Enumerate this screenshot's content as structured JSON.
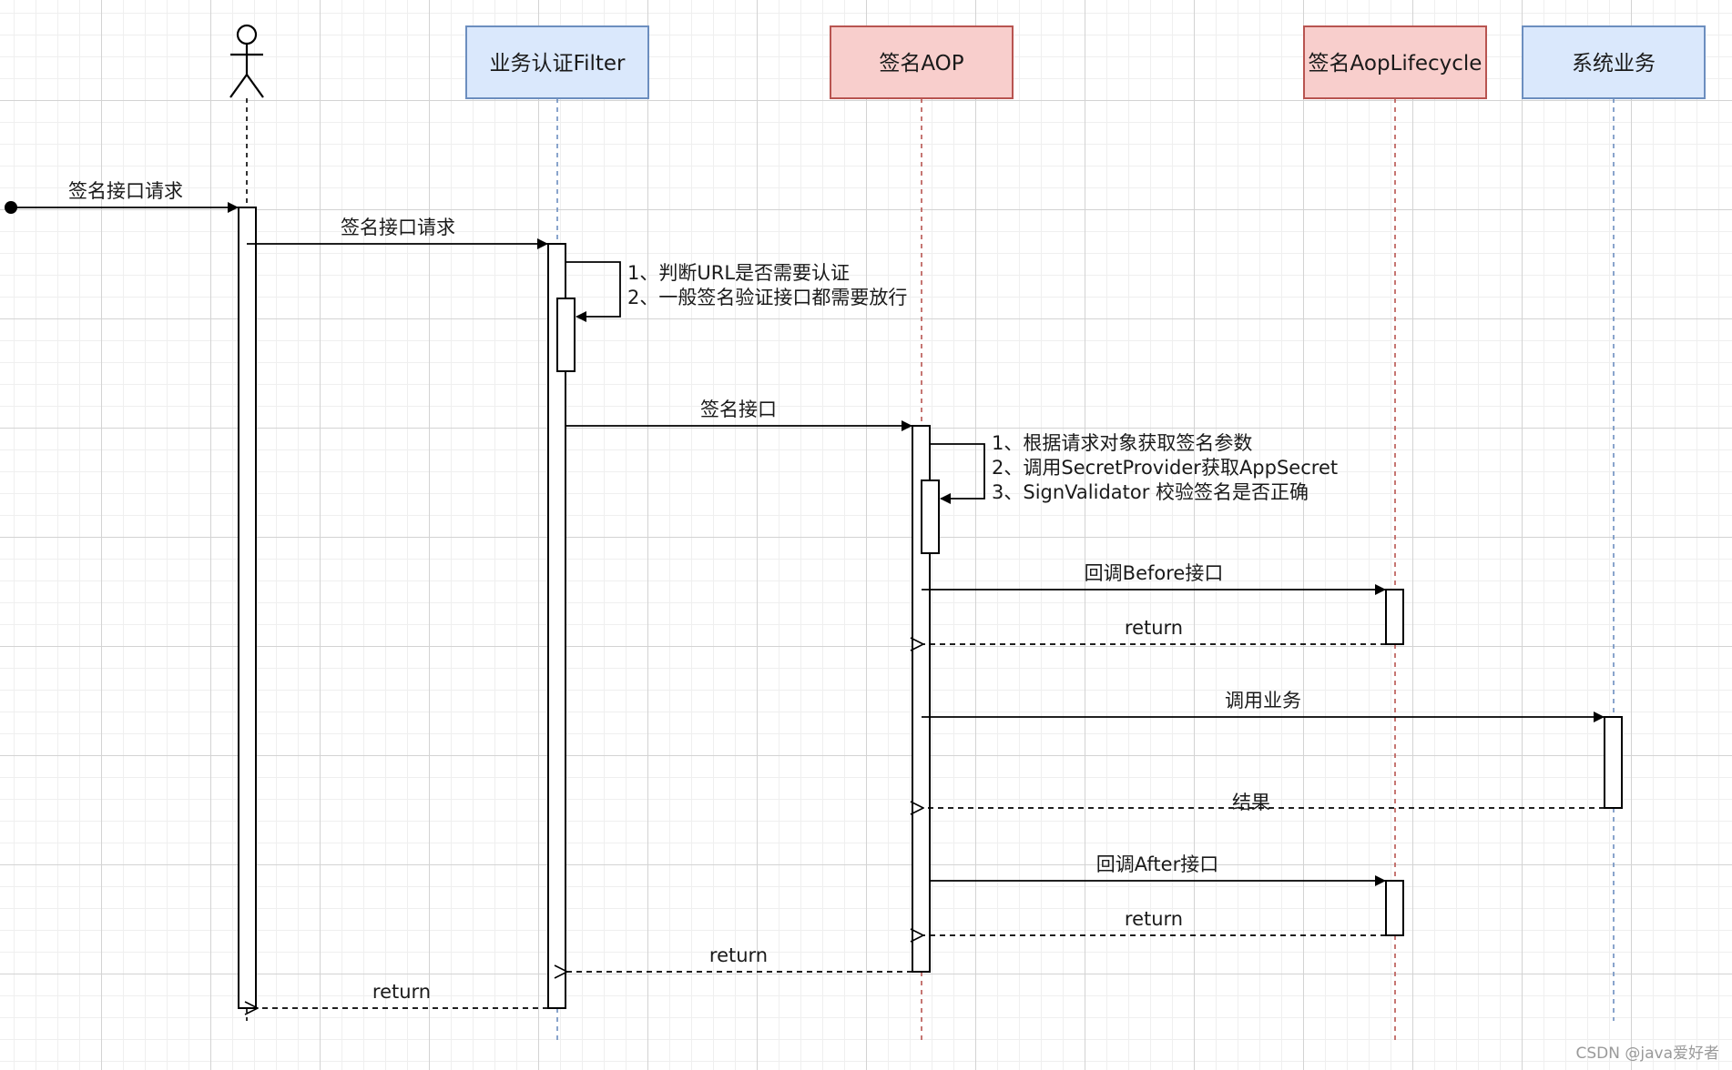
{
  "participants": {
    "actor": {
      "label": ""
    },
    "filter": {
      "label": "业务认证Filter",
      "fill": "#dae8fc",
      "stroke": "#6c8ebf",
      "lifeline": "#6c8ebf"
    },
    "aop": {
      "label": "签名AOP",
      "fill": "#f8cecc",
      "stroke": "#b85450",
      "lifeline": "#b85450"
    },
    "lifecycle": {
      "label": "签名AopLifecycle",
      "fill": "#f8cecc",
      "stroke": "#b85450",
      "lifeline": "#b85450"
    },
    "business": {
      "label": "系统业务",
      "fill": "#dae8fc",
      "stroke": "#6c8ebf",
      "lifeline": "#6c8ebf"
    }
  },
  "messages": {
    "m1": "签名接口请求",
    "m2": "签名接口请求",
    "m3": "签名接口",
    "m4": "回调Before接口",
    "m5": "return",
    "m6": "调用业务",
    "m7": "结果",
    "m8": "回调After接口",
    "m9": "return",
    "m10": "return",
    "m11": "return"
  },
  "notes": {
    "filter_self": [
      "1、判断URL是否需要认证",
      "2、一般签名验证接口都需要放行"
    ],
    "aop_self": [
      "1、根据请求对象获取签名参数",
      "2、调用SecretProvider获取AppSecret",
      "3、SignValidator 校验签名是否正确"
    ]
  },
  "watermark": "CSDN @java爱好者"
}
